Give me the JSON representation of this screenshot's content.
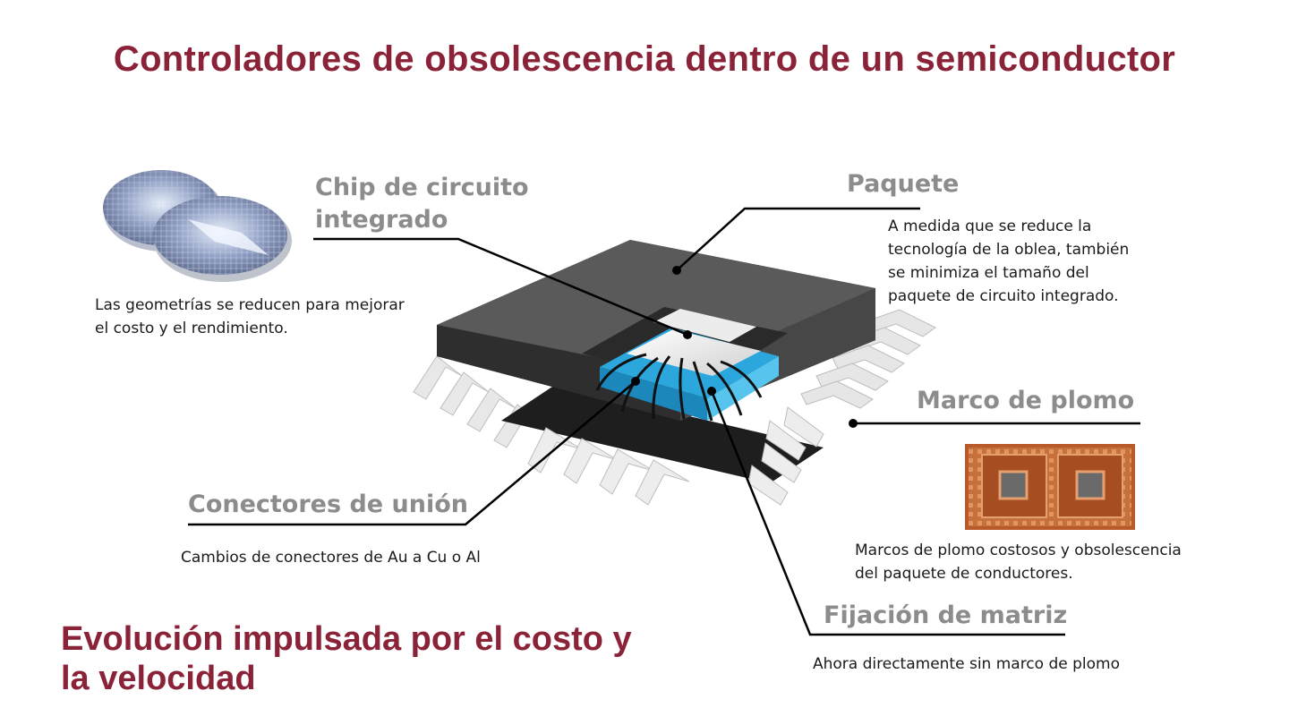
{
  "title": "Controladores de obsolescencia dentro de un semiconductor",
  "labels": {
    "chip": {
      "heading_line1": "Chip de circuito",
      "heading_line2": "integrado"
    },
    "paquete": {
      "heading": "Paquete",
      "body": [
        "A medida que se reduce la",
        "tecnología de la oblea, también",
        "se minimiza el tamaño del",
        "paquete de circuito integrado."
      ]
    },
    "marco": {
      "heading": "Marco de plomo",
      "body": [
        "Marcos de plomo costosos y obsolescencia",
        "del paquete de conductores."
      ]
    },
    "conectores": {
      "heading": "Conectores de unión",
      "body": "Cambios de conectores de Au a Cu o Al"
    },
    "fijacion": {
      "heading": "Fijación de matriz",
      "body": "Ahora directamente sin marco de plomo"
    },
    "wafer": {
      "body": [
        "Las geometrías se reducen para mejorar",
        "el costo y el rendimiento."
      ]
    }
  },
  "footer": {
    "line1": "Evolución impulsada por el costo y",
    "line2": "la velocidad"
  },
  "colors": {
    "title": "#8a2238",
    "heading": "#8c8c8c",
    "package": "#4a4a4a",
    "die": "#35b4e8",
    "leadframe": "#b85a2a"
  }
}
